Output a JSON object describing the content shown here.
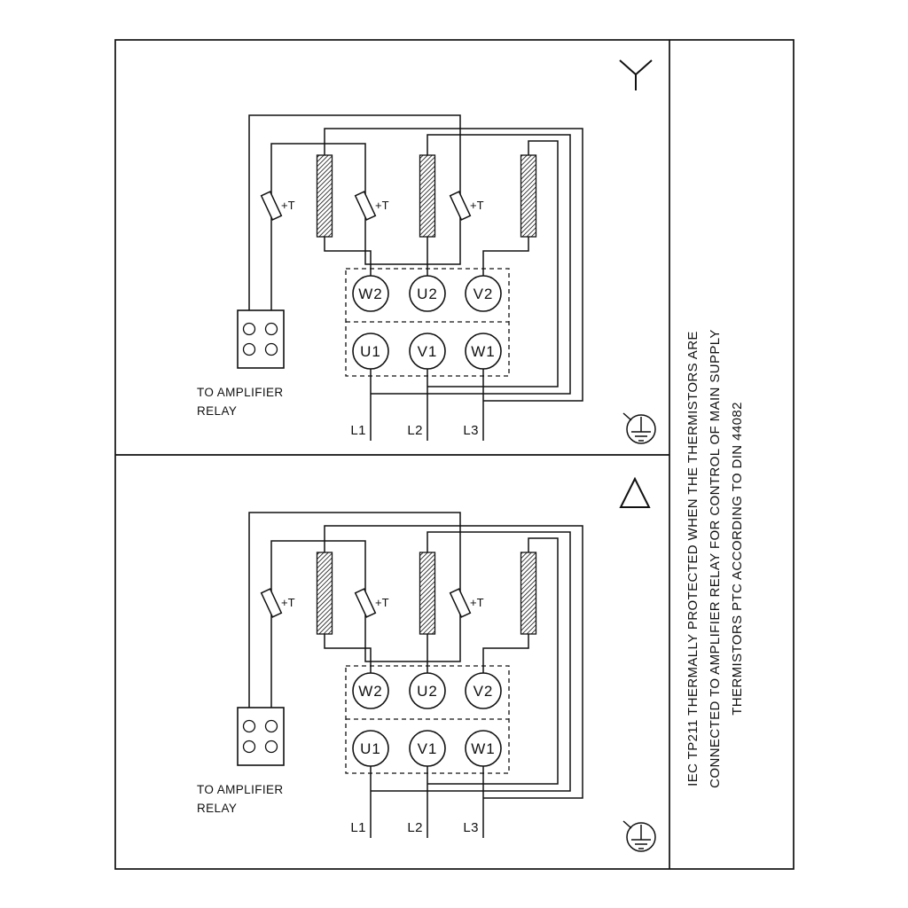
{
  "page": {
    "background": "#ffffff",
    "line_color": "#111111"
  },
  "panels": [
    {
      "name": "star-connection-panel",
      "connection": "star",
      "thermistors": [
        "+T",
        "+T",
        "+T"
      ],
      "relay_label": [
        "TO AMPLIFIER",
        "RELAY"
      ],
      "terminals_top": [
        "W2",
        "U2",
        "V2"
      ],
      "terminals_bottom": [
        "U1",
        "V1",
        "W1"
      ],
      "supply_lines": [
        "L1",
        "L2",
        "L3"
      ]
    },
    {
      "name": "delta-connection-panel",
      "connection": "delta",
      "thermistors": [
        "+T",
        "+T",
        "+T"
      ],
      "relay_label": [
        "TO AMPLIFIER",
        "RELAY"
      ],
      "terminals_top": [
        "W2",
        "U2",
        "V2"
      ],
      "terminals_bottom": [
        "U1",
        "V1",
        "W1"
      ],
      "supply_lines": [
        "L1",
        "L2",
        "L3"
      ]
    }
  ],
  "side_note": {
    "lines": [
      "IEC TP211 THERMALLY PROTECTED WHEN THE THERMISTORS ARE",
      "CONNECTED TO AMPLIFIER RELAY FOR CONTROL OF MAIN SUPPLY",
      "THERMISTORS PTC ACCORDING TO DIN 44082"
    ]
  }
}
